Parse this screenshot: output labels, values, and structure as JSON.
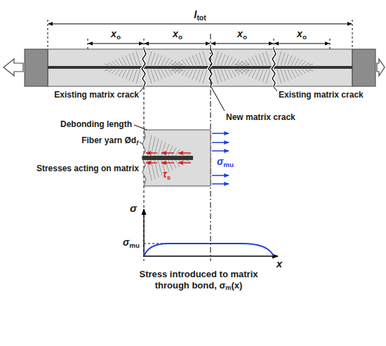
{
  "diagram": {
    "labels": [
      "l",
      "tot",
      "x",
      "o",
      "x",
      "o",
      "x",
      "o",
      "x",
      "o",
      "Existing matrix crack",
      "Existing matrix crack",
      "Debonding length",
      "New matrix crack",
      "Fiber yarn Ød",
      "f",
      "σ",
      "mu",
      "τ",
      "s",
      "Stresses acting on matrix",
      "σ",
      "σ",
      "mu",
      "x",
      "Stress introduced to matrix through bond, σ",
      "m",
      "(x)"
    ]
  }
}
